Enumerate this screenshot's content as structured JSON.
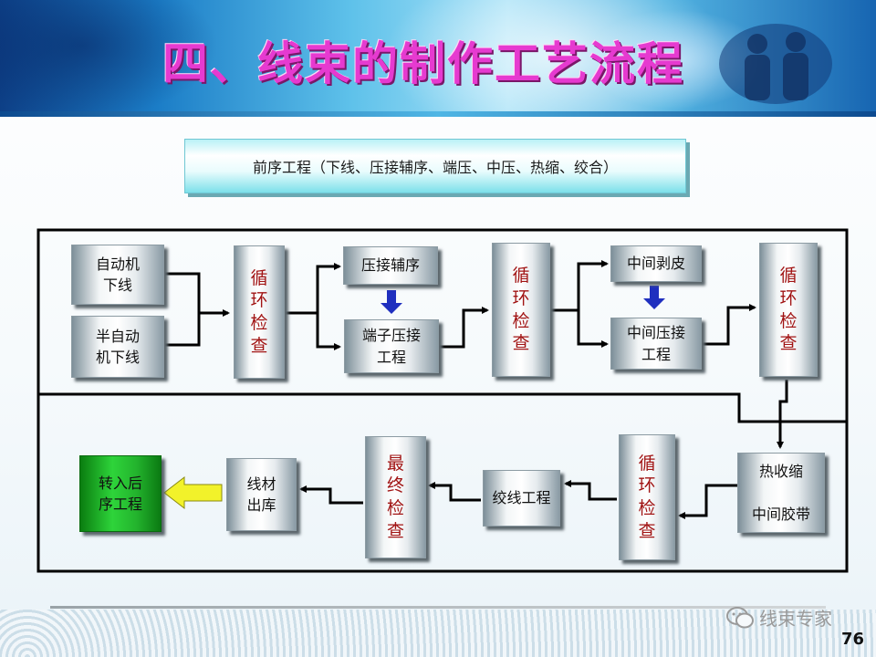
{
  "title": "四、线束的制作工艺流程",
  "banner": "前序工程（下线、压接辅序、端压、中压、热缩、绞合）",
  "nodes": {
    "auto": "自动机\n下线",
    "semi": "半自动\n机下线",
    "check1": "循\n环\n检\n查",
    "crimp_aux": "压接辅序",
    "terminal": "端子压接\n工程",
    "check2": "循\n环\n检\n查",
    "mid_strip": "中间剥皮",
    "mid_crimp": "中间压接\n工程",
    "check3": "循\n环\n检\n查",
    "heat": "热收缩\n\n中间胶带",
    "check4": "循\n环\n检\n查",
    "twist": "绞线工程",
    "final": "最\n终\n检\n查",
    "warehouse": "线材\n出库",
    "transfer": "转入后\n序工程"
  },
  "watermark": "线束专家",
  "page_number": "76",
  "colors": {
    "title": "#e63ad0",
    "tall_text": "#a11414",
    "transfer_box": "#23b32d",
    "yellow_arrow": "#f2f22a",
    "blue_arrow": "#1f2fbf"
  }
}
